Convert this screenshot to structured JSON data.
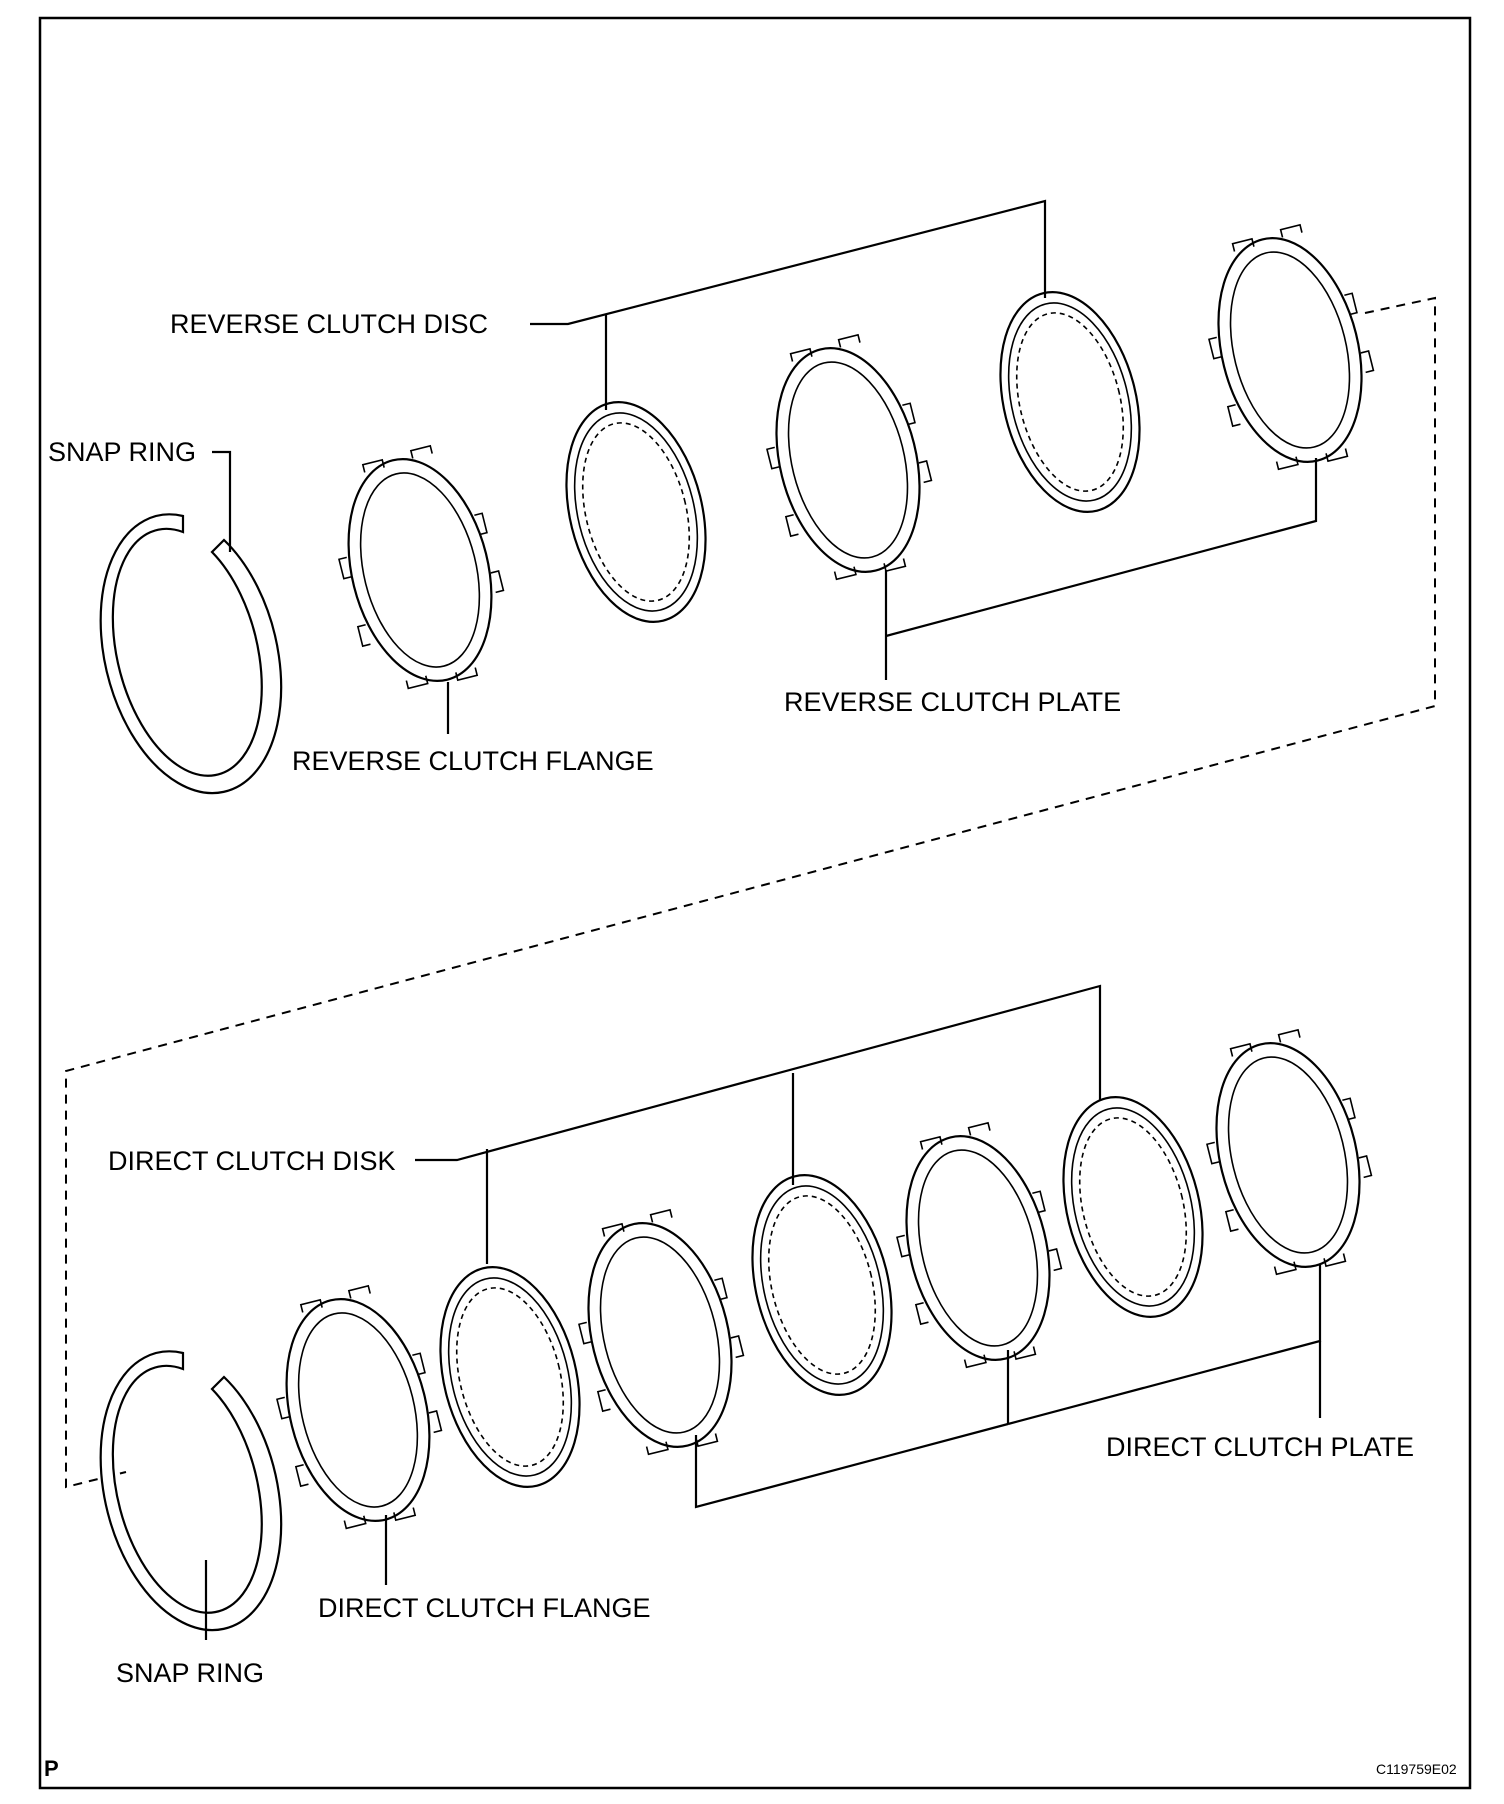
{
  "labels": {
    "reverse_clutch_disc": "REVERSE CLUTCH DISC",
    "snap_ring_top": "SNAP RING",
    "reverse_clutch_flange": "REVERSE CLUTCH FLANGE",
    "reverse_clutch_plate": "REVERSE CLUTCH PLATE",
    "direct_clutch_disk": "DIRECT CLUTCH DISK",
    "direct_clutch_plate": "DIRECT CLUTCH PLATE",
    "direct_clutch_flange": "DIRECT CLUTCH FLANGE",
    "snap_ring_bottom": "SNAP RING"
  },
  "footer": {
    "corner_mark": "P",
    "figure_code": "C119759E02"
  }
}
